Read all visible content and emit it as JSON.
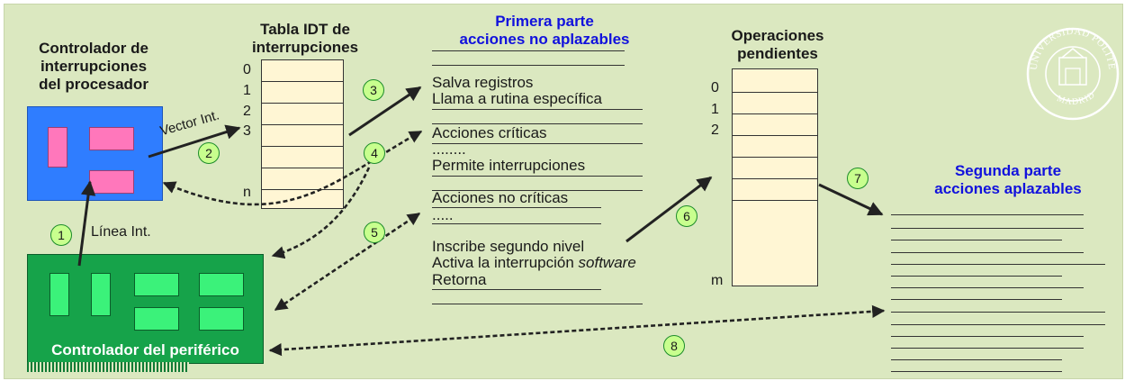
{
  "processor_controller": {
    "title_lines": [
      "Controlador de",
      "interrupciones",
      "del procesador"
    ]
  },
  "idt": {
    "title_lines": [
      "Tabla IDT de",
      "interrupciones"
    ],
    "labels": [
      "0",
      "1",
      "2",
      "3",
      "n"
    ]
  },
  "first_part": {
    "title_lines": [
      "Primera parte",
      "acciones no aplazables"
    ],
    "items": [
      "Salva registros",
      "Llama a rutina específica",
      "Acciones críticas",
      "........",
      "Permite interrupciones",
      "Acciones no críticas",
      ".....",
      "Inscribe segundo nivel",
      "Activa la interrupción ",
      "Retorna"
    ],
    "italic_word": "software"
  },
  "pending": {
    "title_lines": [
      "Operaciones",
      "pendientes"
    ],
    "labels": [
      "0",
      "1",
      "2",
      "m"
    ]
  },
  "second_part": {
    "title_lines": [
      "Segunda parte",
      "acciones aplazables"
    ]
  },
  "peripheral": {
    "label": "Controlador del periférico"
  },
  "arrow_labels": {
    "vector": "Vector Int.",
    "line": "Línea Int."
  },
  "steps": [
    "1",
    "2",
    "3",
    "4",
    "5",
    "6",
    "7",
    "8"
  ],
  "seal": {
    "top_text": "UNIVERSIDAD POLITÉCNICA",
    "bottom_text": "MADRID"
  },
  "colors": {
    "background": "#dbe8c0",
    "processor": "#2f7dff",
    "peripheral": "#16a34a",
    "table_fill": "#fff6d4",
    "title_blue": "#1111dd",
    "step_badge": "#c8ff8e"
  }
}
